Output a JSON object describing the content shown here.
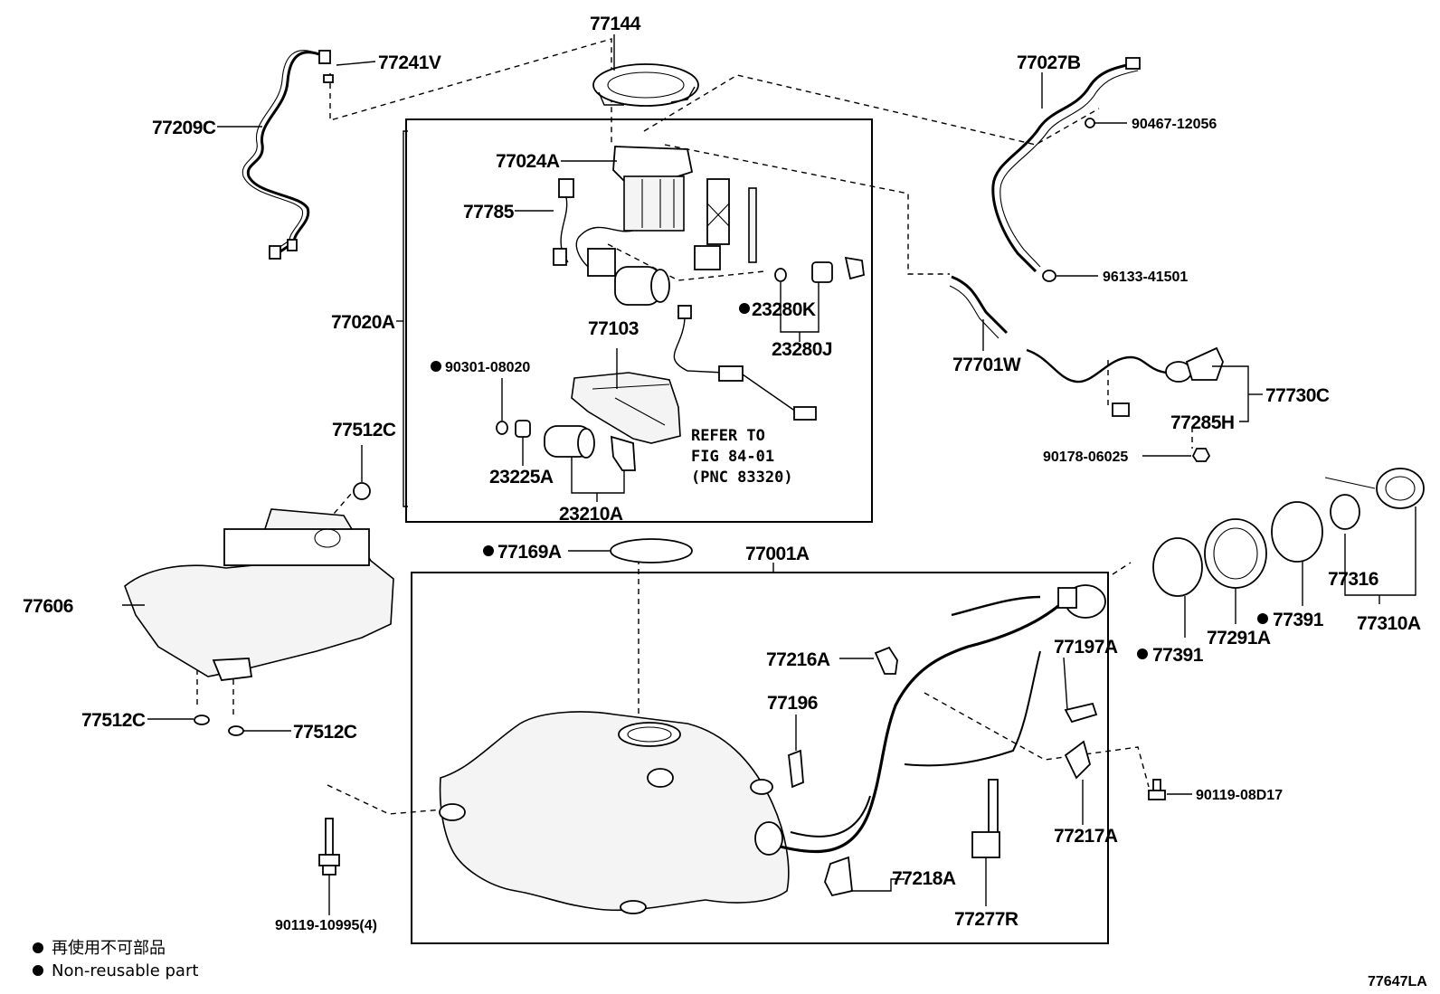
{
  "labels": {
    "p77144": "77144",
    "p77241V": "77241V",
    "p77209C": "77209C",
    "p77027B": "77027B",
    "p90467": "90467-12056",
    "p77024A": "77024A",
    "p77785": "77785",
    "p96133": "96133-41501",
    "p77020A": "77020A",
    "p23280K": "23280K",
    "p23280J": "23280J",
    "p77701W": "77701W",
    "p77103": "77103",
    "p90301": "90301-08020",
    "p77730C": "77730C",
    "p77285H": "77285H",
    "p90178": "90178-06025",
    "p77512C_top": "77512C",
    "p23225A": "23225A",
    "p23210A": "23210A",
    "p77169A": "77169A",
    "p77001A": "77001A",
    "p77316": "77316",
    "p77606": "77606",
    "p77391_a": "77391",
    "p77310A": "77310A",
    "p77291A": "77291A",
    "p77391_b": "77391",
    "p77216A": "77216A",
    "p77197A": "77197A",
    "p77196": "77196",
    "p77512C_left": "77512C",
    "p77512C_right": "77512C",
    "p90119_08D17": "90119-08D17",
    "p77217A": "77217A",
    "p77218A": "77218A",
    "p90119_10995": "90119-10995(4)",
    "p77277R": "77277R"
  },
  "refer": {
    "line1": "REFER TO",
    "line2": "FIG 84-01",
    "line3": "(PNC 83320)"
  },
  "legend": {
    "jp": "再使用不可部品",
    "en": "Non-reusable part"
  },
  "figure_id": "77647LA"
}
